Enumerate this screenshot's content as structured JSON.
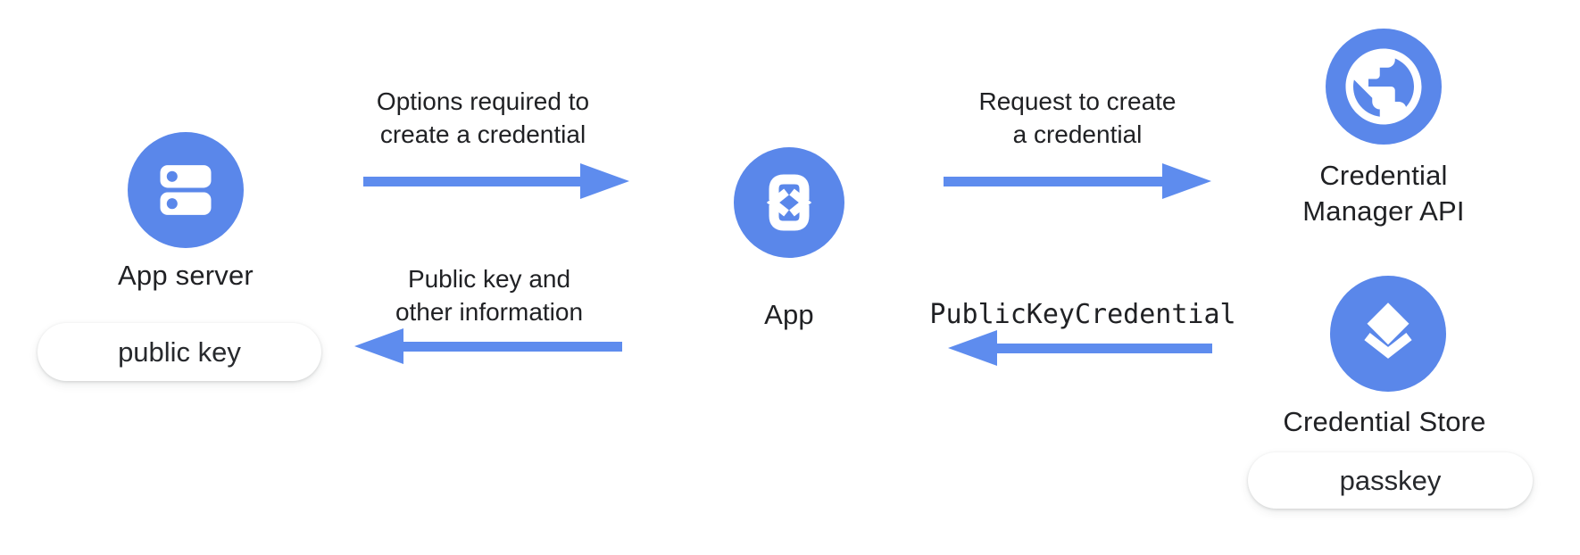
{
  "colors": {
    "node_blue": "#5a87ea",
    "arrow_blue": "#5e8cee",
    "text": "#202124",
    "pill_bg": "#ffffff",
    "icon_fg": "#ffffff"
  },
  "nodes": {
    "app_server": {
      "label": "App server",
      "badge": "public key",
      "icon": "server-stack-icon"
    },
    "app": {
      "label": "App",
      "icon": "phone-code-icon"
    },
    "credential_manager": {
      "label_line1": "Credential",
      "label_line2": "Manager API",
      "icon": "globe-icon"
    },
    "credential_store": {
      "label": "Credential Store",
      "badge": "passkey",
      "icon": "layers-icon"
    }
  },
  "flows": {
    "options": {
      "line1": "Options required to",
      "line2": "create a credential",
      "direction": "right",
      "from": "App server",
      "to": "App"
    },
    "request": {
      "line1": "Request to create",
      "line2": "a credential",
      "direction": "right",
      "from": "App",
      "to": "Credential Manager API"
    },
    "public_key_credential": {
      "line1": "PublicKeyCredential",
      "direction": "left",
      "from": "Credential Store",
      "to": "App"
    },
    "public_key_info": {
      "line1": "Public key and",
      "line2": "other information",
      "direction": "left",
      "from": "App",
      "to": "App server"
    }
  }
}
